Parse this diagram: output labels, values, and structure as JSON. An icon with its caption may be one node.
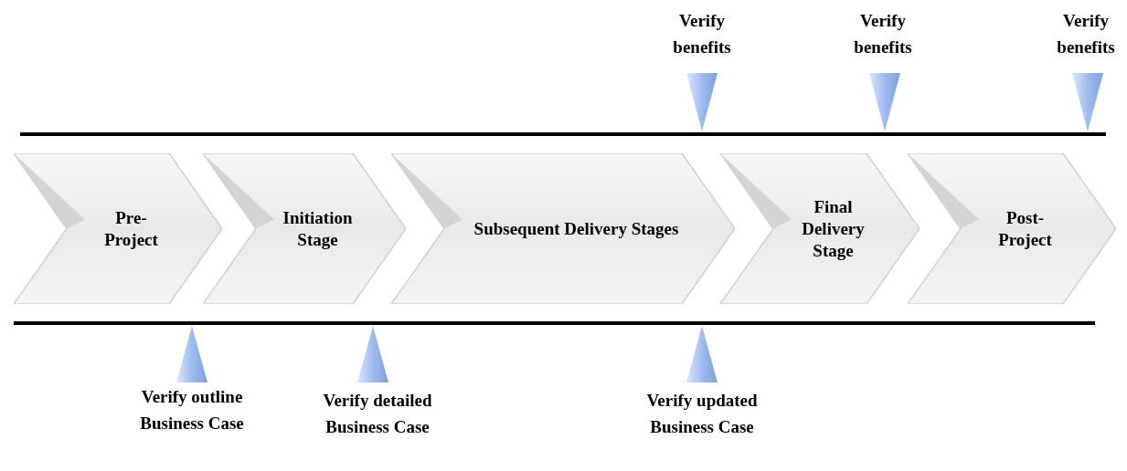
{
  "diagram": {
    "nodes": [
      {
        "text": [
          "Pre-Project"
        ]
      },
      {
        "text": [
          "Initiation Stage"
        ]
      },
      {
        "text": [
          "Subsequent Delivery Stages"
        ]
      },
      {
        "text": [
          "Final Delivery Stage"
        ]
      },
      {
        "text": [
          "Post-Project"
        ]
      }
    ],
    "labels": [
      "Verify benefits",
      "Verify benefits",
      "Verify benefits",
      "Verify outline Business Case",
      "Verify detailed Business Case",
      "Verify updated Business Case"
    ]
  }
}
